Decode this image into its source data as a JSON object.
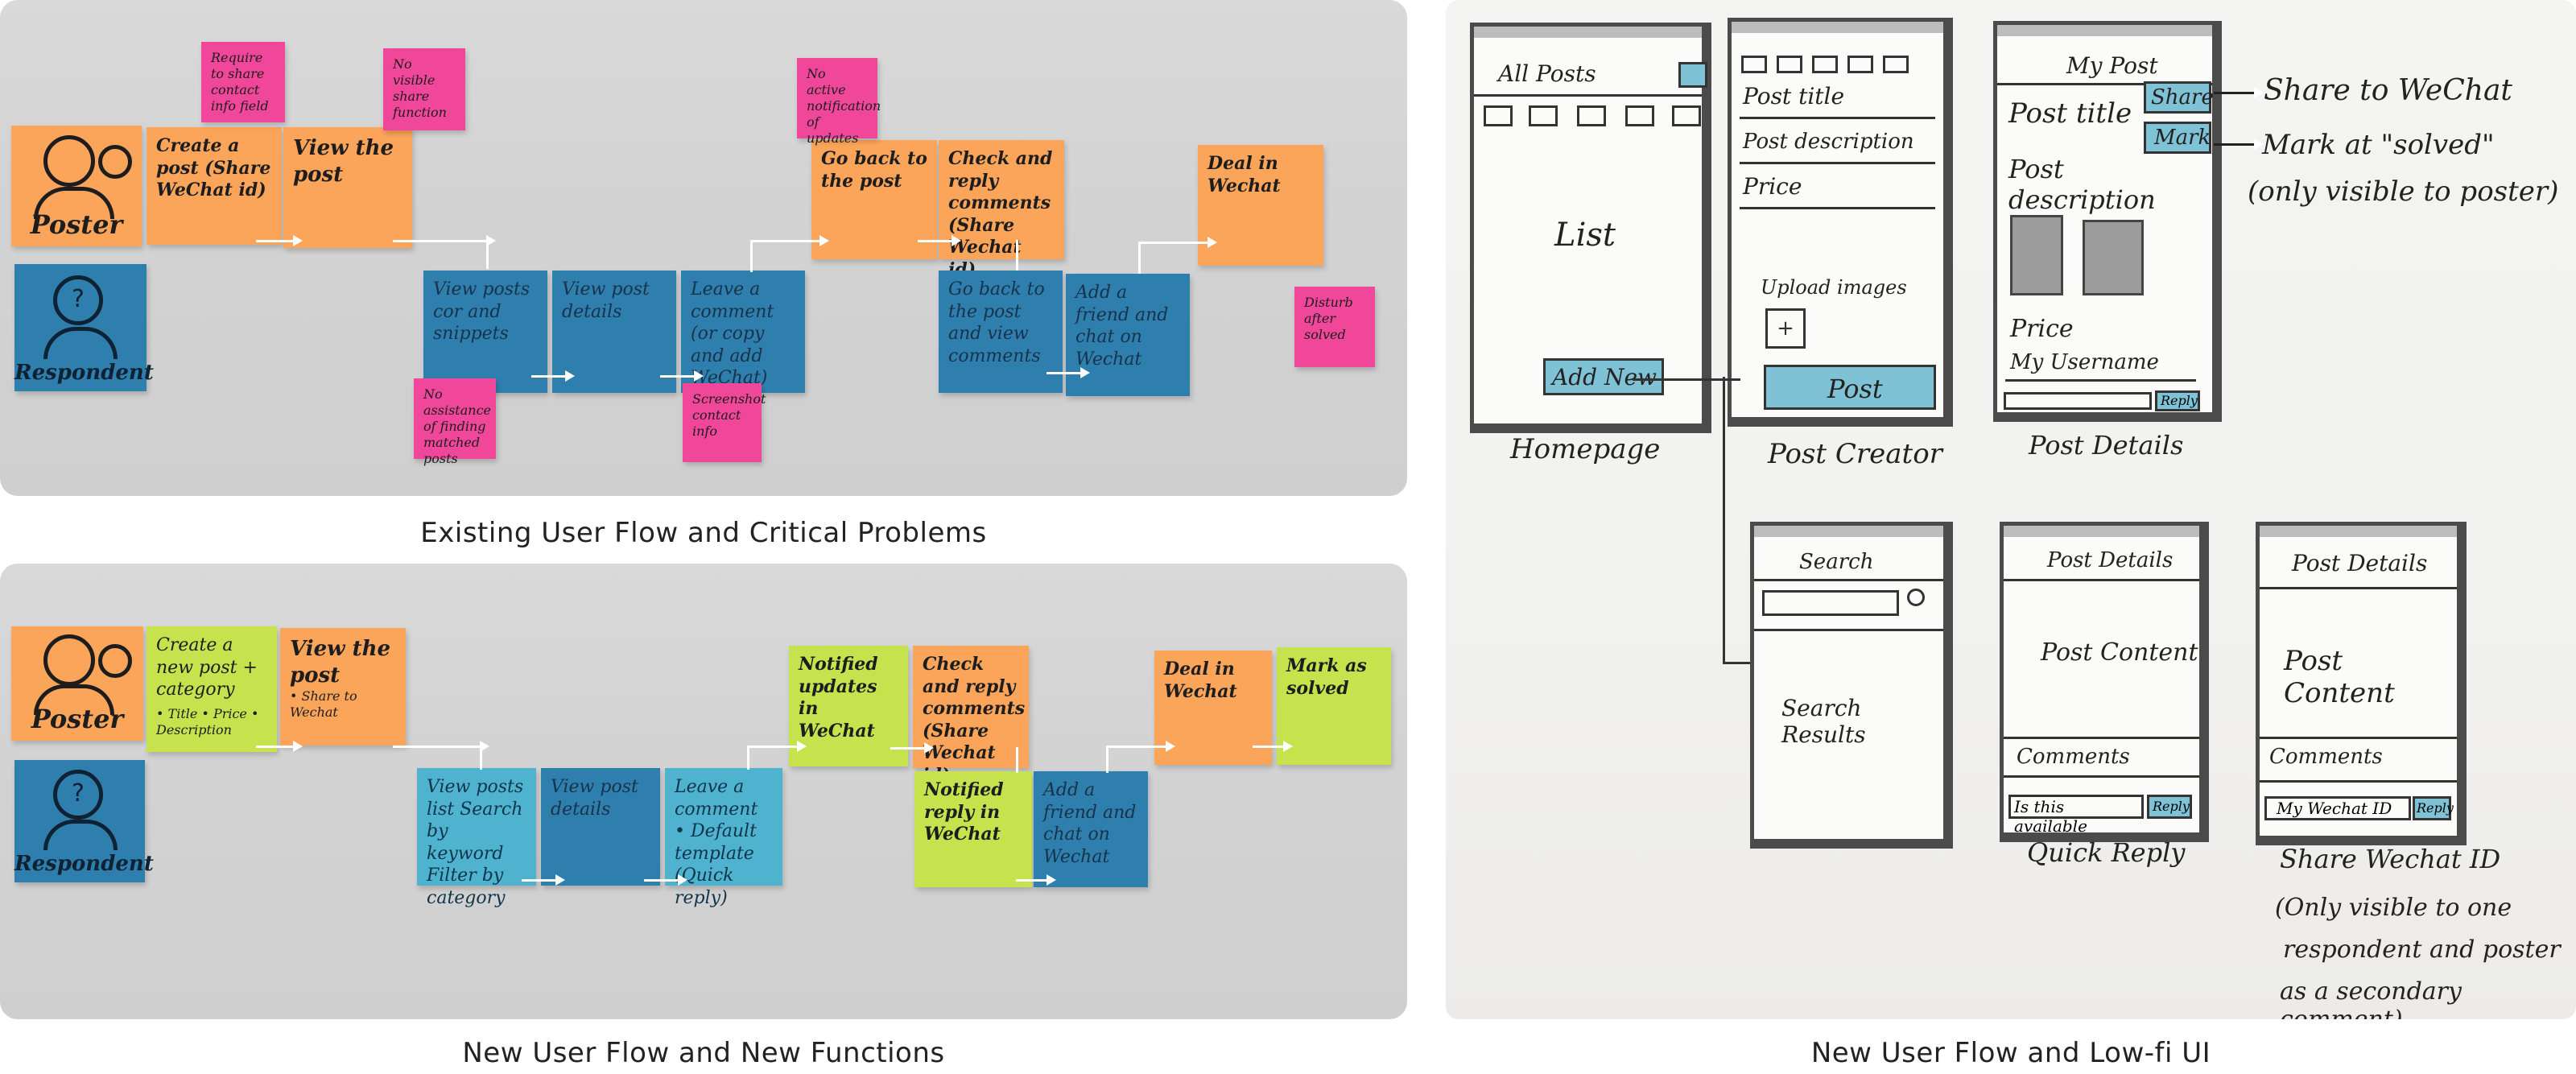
{
  "panels": {
    "existing": {
      "caption": "Existing User Flow and Critical Problems",
      "roles": {
        "poster": "Poster",
        "respondent": "Respondent"
      },
      "steps": {
        "create_post": "Create a post (Share WeChat id)",
        "view_post": "View the post",
        "view_posts": "View posts cor and snippets",
        "view_post_details": "View post details",
        "leave_comment": "Leave a comment (or copy and add WeChat)",
        "go_back": "Go back to the post",
        "check_reply": "Check and reply comments (Share Wechat id)",
        "go_back_post": "Go back to the post and view comments",
        "add_friend": "Add a friend and chat on Wechat",
        "deal": "Deal in Wechat"
      },
      "problems": {
        "require_contact": "Require to share contact info field",
        "no_visible_share": "No visible share function",
        "no_active_notification": "No active notification of updates",
        "no_assistance": "No assistance of finding matched posts",
        "screenshot": "Screenshot contact info",
        "disturb": "Disturb after solved"
      }
    },
    "new_flow": {
      "caption": "New User Flow and New Functions",
      "roles": {
        "poster": "Poster",
        "respondent": "Respondent"
      },
      "steps": {
        "create_post": "Create a new post + category",
        "create_items": "• Title • Price • Description",
        "view_post": "View the post",
        "view_post_sub": "• Share to Wechat",
        "view_list": "View posts list Search by keyword Filter by category",
        "view_details": "View post details",
        "leave_comment": "Leave a comment • Default template (Quick reply)",
        "notified_updates": "Notified updates in WeChat",
        "check_reply": "Check and reply comments (Share Wechat id)",
        "notified_reply": "Notified reply in WeChat",
        "add_friend": "Add a friend and chat on Wechat",
        "deal": "Deal in Wechat",
        "mark_solved": "Mark as solved"
      }
    },
    "lowfi": {
      "caption": "New User Flow and Low-fi UI",
      "homepage": {
        "title": "All Posts",
        "list": "List",
        "add_new": "Add New",
        "label": "Homepage"
      },
      "creator": {
        "post_title": "Post title",
        "post_description": "Post description",
        "price": "Price",
        "upload": "Upload images",
        "plus": "+",
        "post_button": "Post",
        "label": "Post Creator"
      },
      "details": {
        "title": "My Post",
        "post_title": "Post title",
        "post_description": "Post description",
        "share": "Share",
        "mark": "Mark",
        "price": "Price",
        "username": "My Username",
        "reply": "Reply",
        "label": "Post Details"
      },
      "annotations": {
        "share_to_wechat": "Share to WeChat",
        "mark_solved": "Mark at \"solved\"",
        "only_visible": "(only visible to poster)"
      },
      "search": {
        "title": "Search",
        "results": "Search Results"
      },
      "quick": {
        "title": "Post Details",
        "content": "Post Content",
        "comments": "Comments",
        "input": "Is this available",
        "reply": "Reply",
        "label": "Quick Reply"
      },
      "wechat": {
        "title": "Post Details",
        "content": "Post Content",
        "comments": "Comments",
        "input": "My Wechat ID",
        "reply": "Reply",
        "label": "Share Wechat ID",
        "note1": "(Only visible to one",
        "note2": "respondent and poster",
        "note3": "as a secondary comment)"
      }
    }
  }
}
